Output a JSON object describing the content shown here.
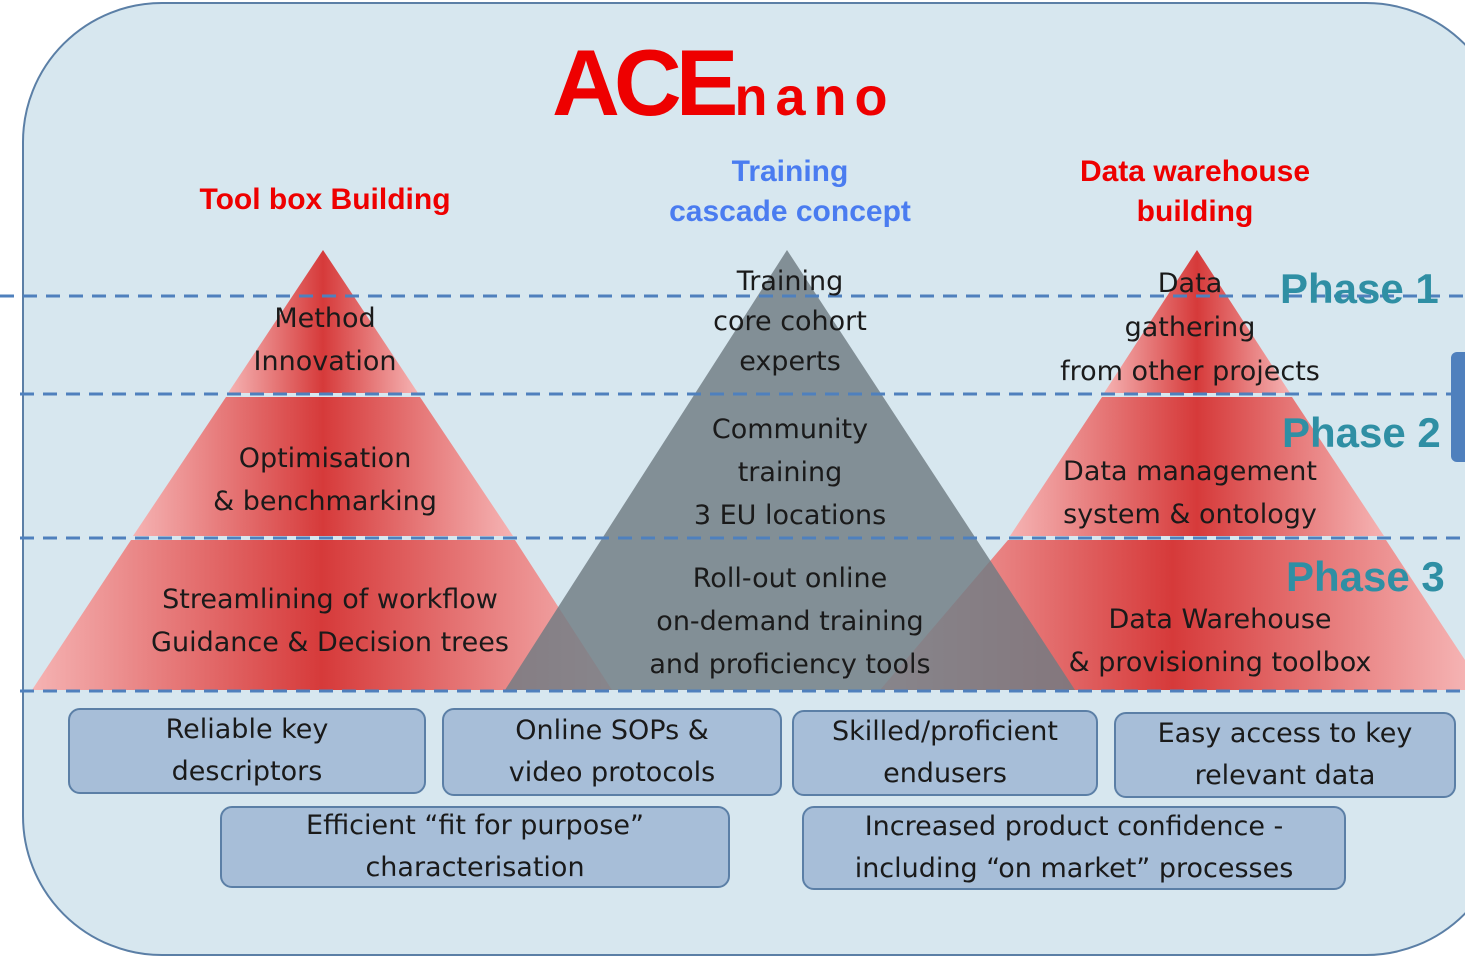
{
  "title": {
    "main": "ACE",
    "sub": "nano"
  },
  "columns": [
    {
      "header": [
        "Tool box Building"
      ],
      "color": "#ee0000",
      "levels": [
        [
          "Method",
          "Innovation"
        ],
        [
          "Optimisation",
          "& benchmarking"
        ],
        [
          "Streamlining of workflow",
          "Guidance & Decision trees"
        ]
      ]
    },
    {
      "header": [
        "Training",
        "cascade concept"
      ],
      "color": "#4a7cf0",
      "levels": [
        [
          "Training",
          "core cohort",
          "experts"
        ],
        [
          "Community",
          "training",
          "3 EU locations"
        ],
        [
          "Roll-out online",
          "on-demand training",
          "and proficiency tools"
        ]
      ]
    },
    {
      "header": [
        "Data warehouse",
        "building"
      ],
      "color": "#ee0000",
      "levels": [
        [
          "Data",
          "gathering",
          "from other projects"
        ],
        [
          "Data management",
          "system & ontology"
        ],
        [
          "Data Warehouse",
          "& provisioning toolbox"
        ]
      ]
    }
  ],
  "phases": [
    "Phase 1",
    "Phase 2",
    "Phase 3"
  ],
  "outcomes": [
    [
      "Reliable key",
      "descriptors"
    ],
    [
      "Online SOPs &",
      "video protocols"
    ],
    [
      "Skilled/proficient",
      "endusers"
    ],
    [
      "Easy access to key",
      "relevant data"
    ],
    [
      "Efficient “fit for purpose”",
      "characterisation"
    ],
    [
      "Increased product confidence -",
      "including “on market” processes"
    ]
  ],
  "colors": {
    "panel": "#d7e7ef",
    "pyramid_red": "#e84a4a",
    "pyramid_grey": "#6f7b82",
    "dashed": "#4f80bd",
    "phase": "#2f8fa4",
    "box": "#a7bed8"
  }
}
